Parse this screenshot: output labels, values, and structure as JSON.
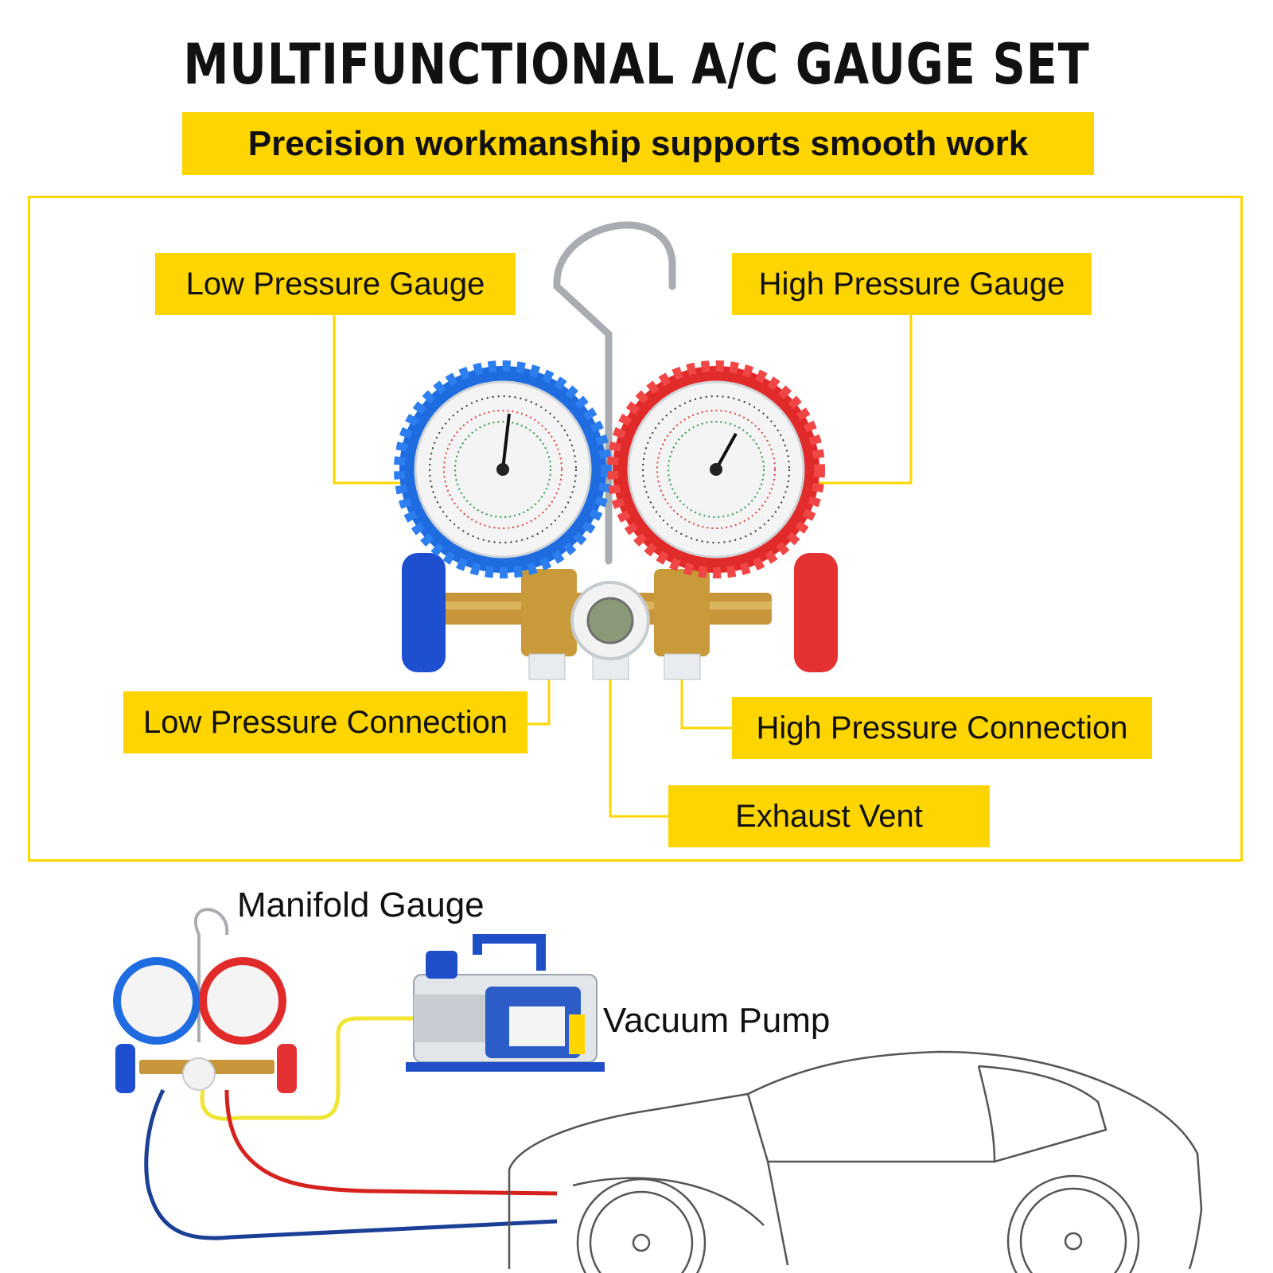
{
  "header": {
    "title": "MULTIFUNCTIONAL A/C GAUGE SET",
    "subtitle": "Precision workmanship supports smooth work"
  },
  "callouts": {
    "low_pressure_gauge": "Low Pressure Gauge",
    "high_pressure_gauge": "High Pressure Gauge",
    "low_pressure_connection": "Low Pressure Connection",
    "high_pressure_connection": "High Pressure Connection",
    "exhaust_vent": "Exhaust Vent"
  },
  "diagram": {
    "manifold_gauge": "Manifold Gauge",
    "vacuum_pump": "Vacuum Pump"
  },
  "colors": {
    "accent_yellow": "#ffd500",
    "low_side_blue": "#1f5bd8",
    "high_side_red": "#e3262b",
    "brass": "#c99a3a",
    "hose_blue": "#1a3f94",
    "hose_red": "#d6221f",
    "hose_yellow": "#f0e533"
  },
  "icons": {
    "low_gauge": "pressure-gauge-icon",
    "high_gauge": "pressure-gauge-icon",
    "pump": "vacuum-pump-icon",
    "car": "car-outline-icon"
  }
}
